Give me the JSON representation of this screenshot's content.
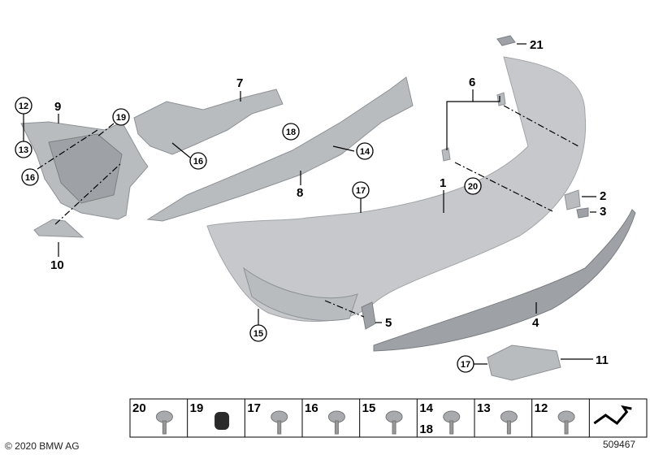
{
  "callouts": {
    "plain": [
      "21",
      "7",
      "6",
      "9",
      "1",
      "8",
      "2",
      "3",
      "10",
      "5",
      "4",
      "11"
    ],
    "circled": [
      "12",
      "13",
      "19",
      "16",
      "16",
      "18",
      "14",
      "17",
      "20",
      "15",
      "17"
    ]
  },
  "parts_table": {
    "cells": [
      {
        "label": "20",
        "icon": "cable-clip-icon"
      },
      {
        "label": "19",
        "icon": "rubber-grommet-icon"
      },
      {
        "label": "17",
        "icon": "hex-bolt-icon"
      },
      {
        "label": "16",
        "icon": "hex-nut-washer-icon"
      },
      {
        "label": "15",
        "icon": "screw-washer-icon"
      },
      {
        "label": "14",
        "label2": "18",
        "icon": "expanding-rivet-icon"
      },
      {
        "label": "13",
        "icon": "torx-screw-icon"
      },
      {
        "label": "12",
        "icon": "clip-nut-icon"
      },
      {
        "label": "",
        "icon": "direction-arrow-icon"
      }
    ]
  },
  "footer": {
    "copyright": "© 2020 BMW AG",
    "diagram_number": "509467"
  }
}
